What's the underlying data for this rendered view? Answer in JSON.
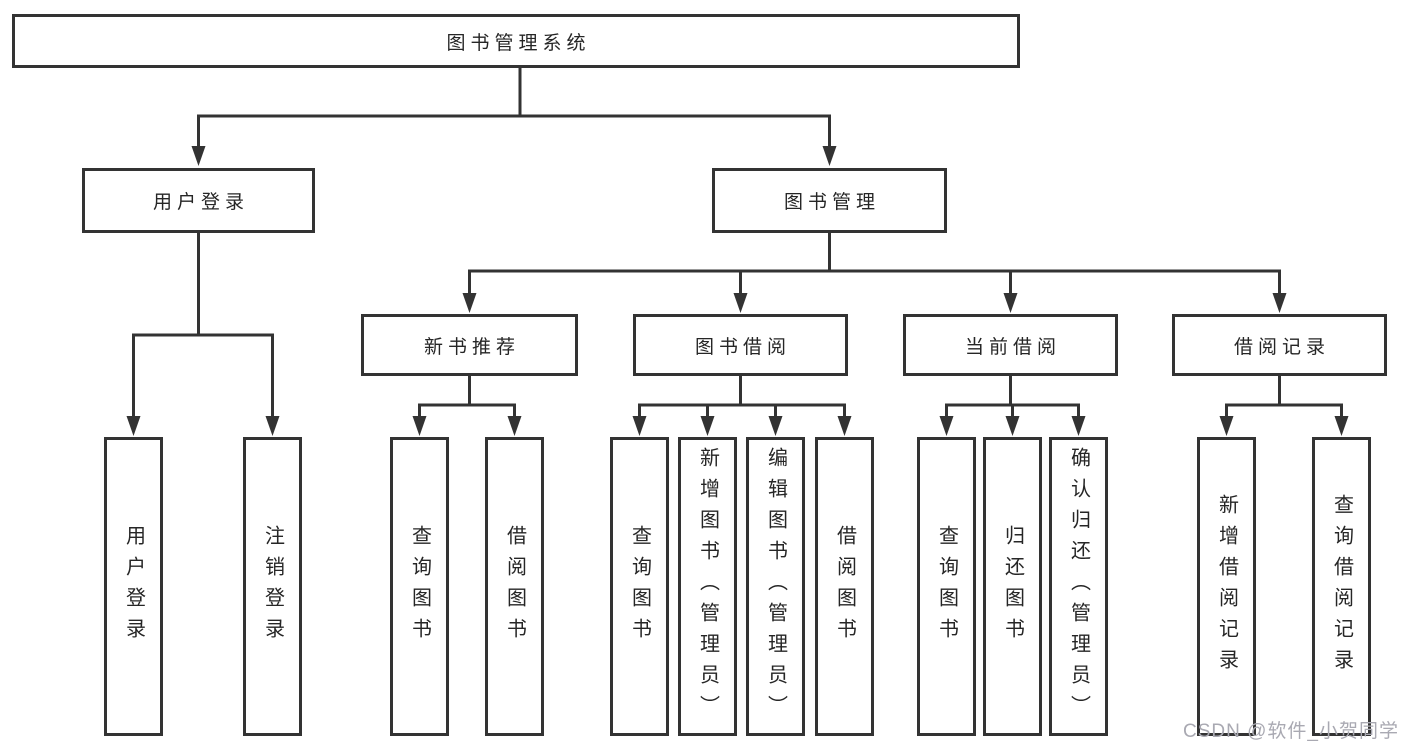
{
  "nodes": {
    "root": "图书管理系统",
    "user_login": "用户登录",
    "book_management": "图书管理",
    "new_book_recommend": "新书推荐",
    "book_borrowing": "图书借阅",
    "current_borrowing": "当前借阅",
    "borrowing_records": "借阅记录",
    "ul_login": "用户登录",
    "ul_logout": "注销登录",
    "nbr_query_book": "查询图书",
    "nbr_borrow_book": "借阅图书",
    "bb_query_book": "查询图书",
    "bb_add_book": "新增图书（管理员）",
    "bb_edit_book": "编辑图书（管理员）",
    "bb_borrow_book": "借阅图书",
    "cb_query_book": "查询图书",
    "cb_return_book": "归还图书",
    "cb_confirm_return": "确认归还（管理员）",
    "br_add_record": "新增借阅记录",
    "br_query_record": "查询借阅记录"
  },
  "watermark": "CSDN @软件_小贺同学",
  "colors": {
    "line": "#333333",
    "box_border": "#333333",
    "text": "#262626",
    "watermark": "#a9a9b2",
    "background": "#ffffff"
  }
}
